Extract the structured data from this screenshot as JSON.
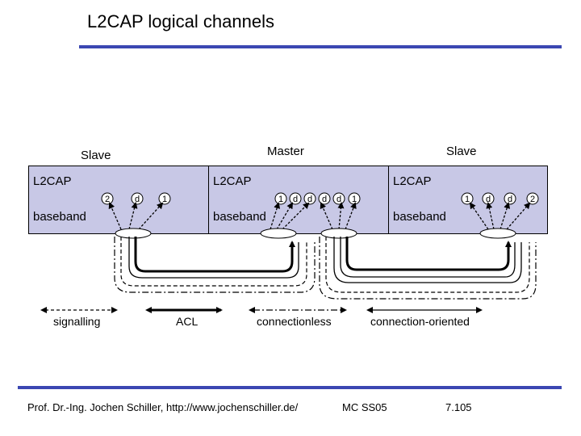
{
  "title": "L2CAP logical channels",
  "colors": {
    "accent_bar": "#3b47b2",
    "device_fill": "#c8c8e6"
  },
  "devices": {
    "slave_left": {
      "label": "Slave",
      "upper": "L2CAP",
      "lower": "baseband",
      "channels": [
        "2",
        "d",
        "1"
      ]
    },
    "master": {
      "label": "Master",
      "upper": "L2CAP",
      "lower": "baseband",
      "channels": [
        "1",
        "d",
        "d",
        "d",
        "d",
        "1"
      ]
    },
    "slave_right": {
      "label": "Slave",
      "upper": "L2CAP",
      "lower": "baseband",
      "channels": [
        "1",
        "d",
        "d",
        "2"
      ]
    }
  },
  "legend": {
    "signalling": "signalling",
    "acl": "ACL",
    "connectionless": "connectionless",
    "connection_oriented": "connection-oriented"
  },
  "footer": {
    "author": "Prof. Dr.-Ing. Jochen Schiller, http://www.jochenschiller.de/",
    "course": "MC SS05",
    "page": "7.105"
  }
}
